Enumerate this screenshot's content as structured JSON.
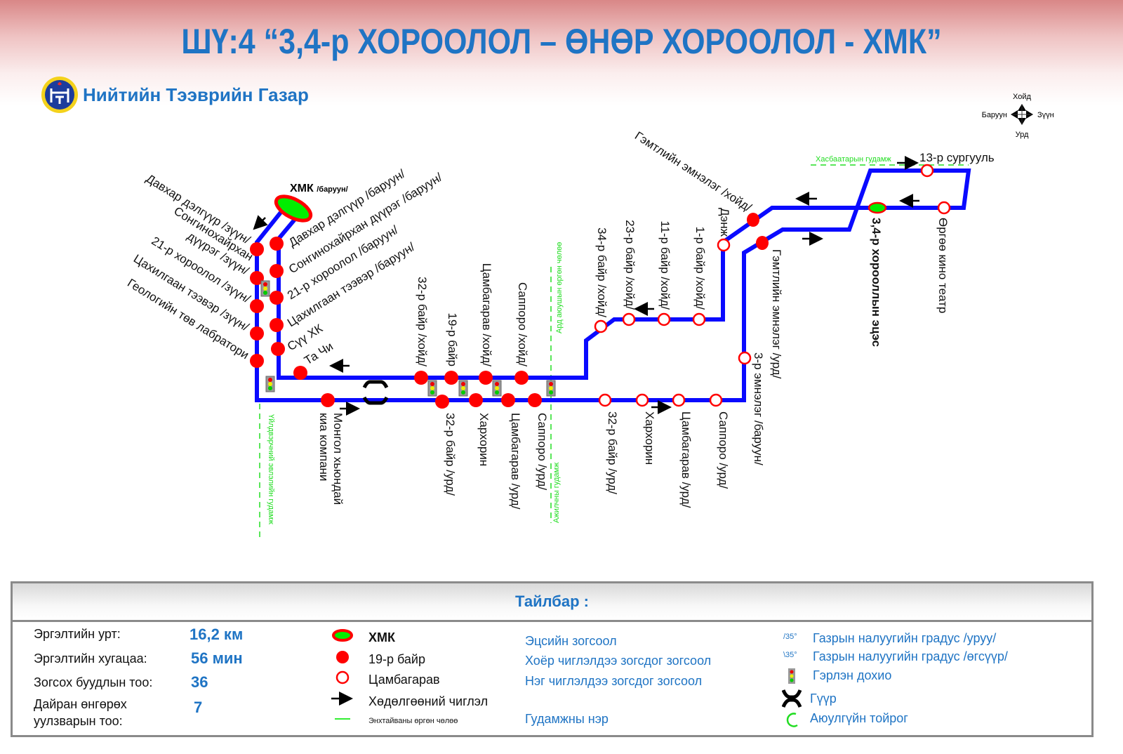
{
  "title": "ШҮ:4 “3,4-р ХОРООЛОЛ – ӨНӨР ХОРООЛОЛ - ХМК”",
  "org": {
    "name": "Нийтийн Тээврийн Газар",
    "logo_icon": "ntg-logo-icon"
  },
  "compass": {
    "north": "Хойд",
    "south": "Урд",
    "west": "Баруун",
    "east": "Зүүн"
  },
  "map": {
    "terminal_hmk": {
      "name": "ХМК",
      "note": "/баруун/"
    },
    "terminal_34": "3,4-р хорооллын эцэс",
    "left_branch": [
      "Давхар дэлгүүр /зүүн/",
      "Сонгинохайрхан",
      "дүүрэг /зүүн/",
      "21-р хороолол /зүүн/",
      "Цахилгаан тээвэр /зүүн/",
      "Геологийн төв лабратори"
    ],
    "right_branch": [
      "Давхар дэлгүүр /баруун/",
      "Сонгинохайрхан дүүрэг /баруун/",
      "21-р хороолол /баруун/",
      "Цахилгаан тээвэр /баруун/",
      "Сүү ХК",
      "Та Чи"
    ],
    "north_stops": [
      "32-р байр /хойд/",
      "19-р байр",
      "Цамбагарав /хойд/",
      "Саппоро /хойд/",
      "34-р байр /хойд/",
      "23-р байр /хойд/",
      "11-р байр /хойд/",
      "1-р байр /хойд/",
      "Дэнж",
      "Гэмтлийн эмнэлэг /хойд/"
    ],
    "south_stops": [
      "Монгол хьюндай",
      "киа компани",
      "32-р байр /урд/",
      "Хархорин",
      "Цамбагарав /урд/",
      "Саппоро /урд/",
      "32-р байр /урд/",
      "Хархорин",
      "Цамбагарав /урд/",
      "Саппоро /урд/",
      "3-р эмнэлэг /баруун/",
      "Гэмтлийн эмнэлэг /урд/"
    ],
    "east_stops": [
      "13-р сургууль",
      "Өргөө кино театр"
    ],
    "streets": [
      "Үйлдвэрчний эвлэлийн гудамж",
      "Ард аюушын өргөн чөлөө",
      "Ажилчны гудамж",
      "Хасбаатарын гудамж"
    ],
    "colors": {
      "route": "#0a0aff",
      "stop": "#ff0000",
      "street": "#22dd22",
      "terminal_fill": "#00ee00"
    }
  },
  "legend": {
    "title": "Тайлбар :",
    "stats": [
      {
        "label": "Эргэлтийн урт:",
        "value": "16,2 км"
      },
      {
        "label": "Эргэлтийн хугацаа:",
        "value": "56 мин"
      },
      {
        "label": "Зогсох буудлын тоо:",
        "value": "36"
      },
      {
        "label": "Дайран өнгөрөх",
        "label2": "уулзварын тоо:",
        "value": "7"
      }
    ],
    "symbols": [
      "ХМК",
      "19-р байр",
      "Цамбагарав",
      "Хөдөлгөөний чиглэл",
      "Энхтайваны өргөн чөлөө"
    ],
    "meanings": [
      "Эцсийн зогсоол",
      "Хоёр чиглэлдээ зогсдог зогсоол",
      "Нэг чиглэлдээ зогсдог зогсоол",
      "Гудамжны нэр"
    ],
    "slope_down_mark": "/35°",
    "slope_up_mark": "\\35°",
    "others": [
      "Газрын налуугийн градус /уруу/",
      "Газрын налуугийн градус /өгсүүр/",
      "Гэрлэн дохио",
      "Гүүр",
      "Аюулгүйн тойрог"
    ]
  }
}
